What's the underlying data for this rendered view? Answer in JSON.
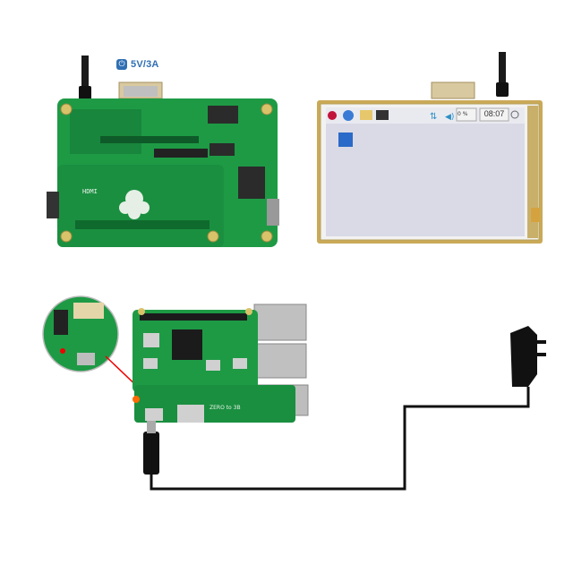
{
  "power_label": {
    "icon": "power-icon",
    "text": "5V/3A",
    "color": "#2f6fb3"
  },
  "screen": {
    "clock": "08:07",
    "volume": "0 %"
  },
  "boards": {
    "silkscreen_top": "HDMI",
    "silkscreen_bottom": "ZERO to 3B"
  },
  "colors": {
    "pcb_green": "#1e9a45",
    "pcb_dark": "#157a36",
    "cable": "#111111",
    "screen_bg": "#d9dae6"
  }
}
